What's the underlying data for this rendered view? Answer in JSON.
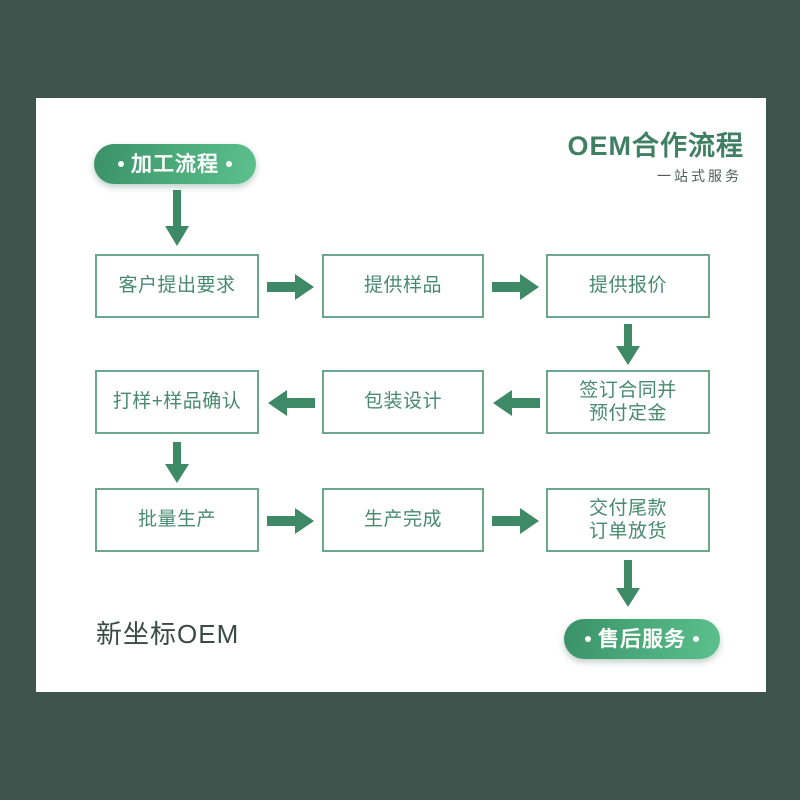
{
  "canvas": {
    "background_color": "#3e544c",
    "card_background": "#ffffff"
  },
  "header": {
    "title": "OEM合作流程",
    "subtitle": "一站式服务",
    "title_color": "#3f7f63"
  },
  "start_pill": {
    "label": "加工流程",
    "gradient_from": "#3b9169",
    "gradient_to": "#5cc08d"
  },
  "end_pill": {
    "label": "售后服务",
    "gradient_from": "#3b9169",
    "gradient_to": "#5cc08d"
  },
  "brand": {
    "label": "新坐标OEM"
  },
  "flow": {
    "node_border_color": "#6aa78d",
    "node_text_color": "#488a70",
    "arrow_color": "#3f8a66",
    "rows": [
      {
        "direction": "left-to-right",
        "nodes": [
          {
            "id": "r1c1",
            "label": "客户提出要求"
          },
          {
            "id": "r1c2",
            "label": "提供样品"
          },
          {
            "id": "r1c3",
            "label": "提供报价"
          }
        ]
      },
      {
        "direction": "right-to-left",
        "nodes": [
          {
            "id": "r2c1",
            "label": "打样+样品确认"
          },
          {
            "id": "r2c2",
            "label": "包装设计"
          },
          {
            "id": "r2c3",
            "label": "签订合同并\n预付定金"
          }
        ]
      },
      {
        "direction": "left-to-right",
        "nodes": [
          {
            "id": "r3c1",
            "label": "批量生产"
          },
          {
            "id": "r3c2",
            "label": "生产完成"
          },
          {
            "id": "r3c3",
            "label": "交付尾款\n订单放货"
          }
        ]
      }
    ]
  },
  "chart_data": {
    "type": "diagram",
    "title": "OEM合作流程",
    "subtitle": "一站式服务",
    "diagram_kind": "serpentine-flowchart",
    "steps": [
      "加工流程",
      "客户提出要求",
      "提供样品",
      "提供报价",
      "签订合同并预付定金",
      "包装设计",
      "打样+样品确认",
      "批量生产",
      "生产完成",
      "交付尾款订单放货",
      "售后服务"
    ],
    "connections": [
      "加工流程 → 客户提出要求",
      "客户提出要求 → 提供样品",
      "提供样品 → 提供报价",
      "提供报价 → 签订合同并预付定金",
      "签订合同并预付定金 → 包装设计",
      "包装设计 → 打样+样品确认",
      "打样+样品确认 → 批量生产",
      "批量生产 → 生产完成",
      "生产完成 → 交付尾款订单放货",
      "交付尾款订单放货 → 售后服务"
    ]
  }
}
